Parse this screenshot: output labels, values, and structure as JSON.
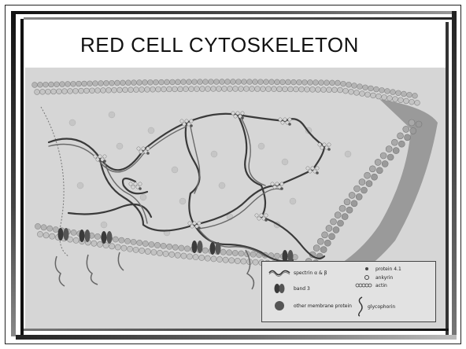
{
  "slide": {
    "title": "RED CELL CYTOSKELETON"
  },
  "legend": {
    "spectrin": "spectrin α & β",
    "band3": "band 3",
    "other": "other membrane protein",
    "protein41": "protein 4.1",
    "ankyrin": "ankyrin",
    "actin": "actin",
    "glycophorin": "glycophorin"
  },
  "colors": {
    "background": "#d6d6d6",
    "lipid_head": "#b4b4b4",
    "spectrin": "#3a3a3a",
    "actin": "#d9d9d9"
  }
}
